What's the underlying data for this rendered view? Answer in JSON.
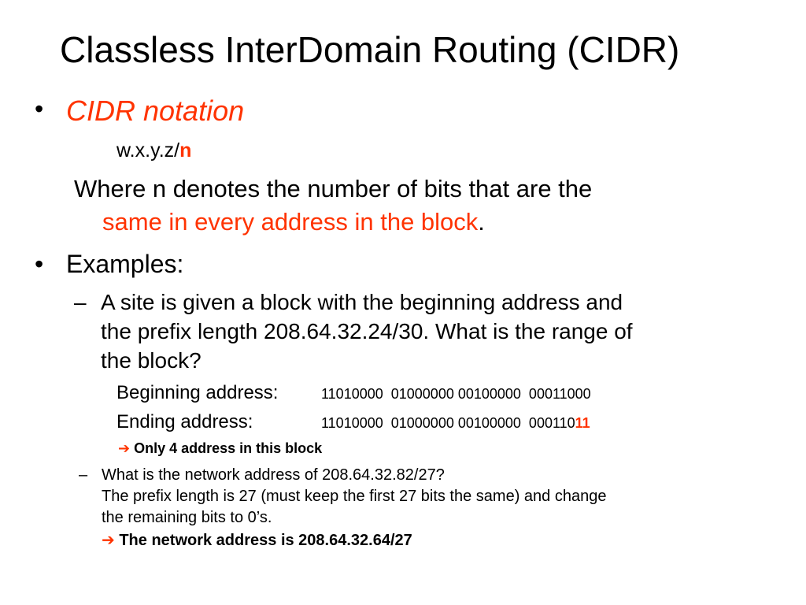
{
  "slide": {
    "title": "Classless InterDomain Routing (CIDR)",
    "bullets": [
      {
        "marker": "•",
        "text": "CIDR notation"
      },
      {
        "marker": "•",
        "text": "Examples:"
      }
    ],
    "notation": {
      "base": "w.x.y.z/",
      "suffix": "n"
    },
    "where": {
      "line1": "Where n denotes the number of bits that are the",
      "line2_red": "same in every address in the block",
      "line2_end": "."
    },
    "example1": {
      "marker": "–",
      "lines": [
        "A site is given a block with the beginning address and",
        "the prefix length 208.64.32.24/30. What is the range of",
        "the block?"
      ],
      "begin_label": "Beginning address:",
      "begin_bits": "11010000  01000000 00100000  00011000",
      "end_label": "Ending address:",
      "end_bits_main": "11010000  01000000 00100000  000110",
      "end_bits_red": "11",
      "arrow": "➔",
      "conclusion": "Only 4 address in this block"
    },
    "example2": {
      "marker": "–",
      "lines": [
        "What is the network address of 208.64.32.82/27?",
        "The prefix length is 27 (must keep the first 27 bits the same) and change",
        "the remaining bits to 0’s."
      ],
      "arrow": "➔",
      "conclusion": "The network address is 208.64.32.64/27"
    },
    "colors": {
      "accent": "#ff3300",
      "text": "#000000",
      "background": "#ffffff"
    }
  }
}
